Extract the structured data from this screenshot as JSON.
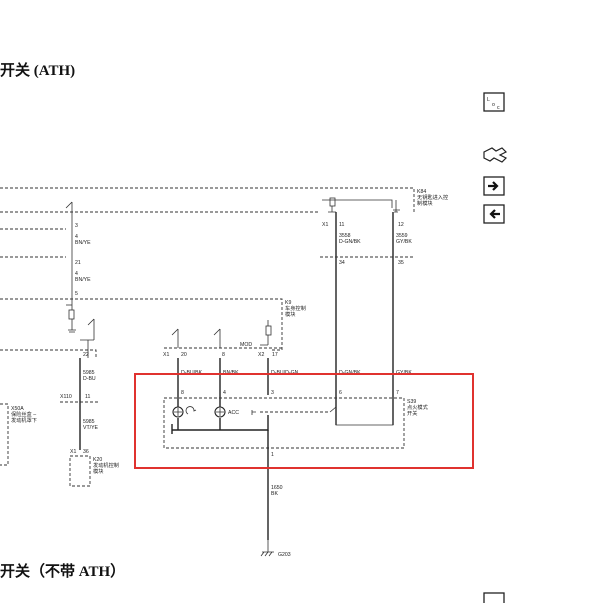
{
  "titles": {
    "top": "开关 (ATH)",
    "bottom": "开关（不带 ATH）"
  },
  "side_nav": {
    "loc_label": "LOC",
    "icons": [
      "loc-icon",
      "connector-icon",
      "arrow-right-icon",
      "arrow-left-icon"
    ]
  },
  "modules": {
    "k84_id": "K84",
    "k84_name_1": "无钥匙进入控",
    "k84_name_2": "制模块",
    "k9_id": "K9",
    "k9_name_1": "车身控制",
    "k9_name_2": "模块",
    "k9_mod": "MOD",
    "s39_id": "S39",
    "s39_name_1": "点火模式",
    "s39_name_2": "开关",
    "k20_id": "K20",
    "k20_name_1": "发动机控制",
    "k20_name_2": "模块",
    "x50a_id": "X50A",
    "x50a_name_1": "保险丝盒 –",
    "x50a_name_2": "发动机罩下"
  },
  "connectors": {
    "c3": "3",
    "c4": "4",
    "c21": "21",
    "c5": "5",
    "c22": "22",
    "x1_a": "X1",
    "c11": "11",
    "c12": "12",
    "c34": "34",
    "c35": "35",
    "x1_b": "X1",
    "c20": "20",
    "c8": "8",
    "x2": "X2",
    "c17": "17",
    "x110": "X110",
    "c11b": "11",
    "x1_c": "X1",
    "c36": "36",
    "p8": "8",
    "p4": "4",
    "p3": "3",
    "p6": "6",
    "p7": "7",
    "p1": "1",
    "acc": "ACC"
  },
  "wires": {
    "w_bnye_1": "BN/YE",
    "w_bnye_2": "BN/YE",
    "w_5985_num": "5985",
    "w_5985_col": "D-BU",
    "w_5985b_num": "5985",
    "w_5985b_col": "VT/YE",
    "w_3558_num": "3558",
    "w_3558_col": "D-GN/BK",
    "w_3559_num": "3559",
    "w_3559_col": "GY/BK",
    "w_dbubk_col": "D-BU/BK",
    "w_bnbk_col": "BN/BK",
    "w_dbudgn_col": "D-BU/D-GN",
    "w_dgnbk_col": "D-GN/BK",
    "w_gybk_col": "GY/BK",
    "w_1650_num": "1650",
    "w_1650_col": "BK"
  },
  "ground": {
    "label": "G203"
  }
}
